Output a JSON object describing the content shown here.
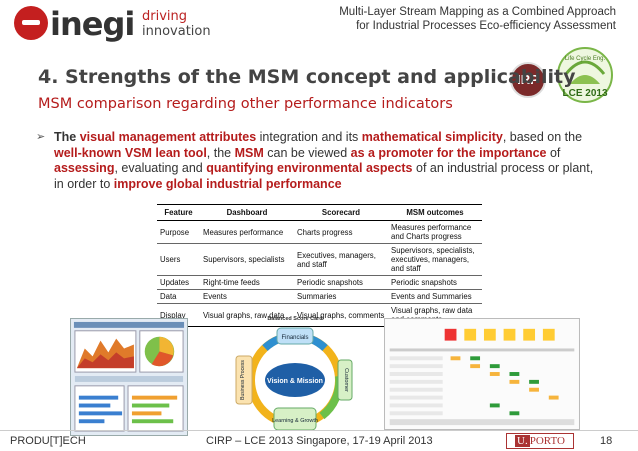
{
  "header": {
    "logo_word": "inegi",
    "logo_sub_line1": "driving",
    "logo_sub_line2": "innovation",
    "title_line1": "Multi-Layer Stream Mapping as a Combined Approach",
    "title_line2": "for Industrial Processes Eco-efficiency Assessment",
    "irp_label": "IRP",
    "lce_label": "LCE 2013",
    "lce_top": "Life Cycle Eng."
  },
  "slide": {
    "title": "4. Strengths of the MSM concept and applicability",
    "subtitle": "MSM comparison regarding other performance indicators"
  },
  "bullet": {
    "p1": "The ",
    "h1": "visual management attributes",
    "p2": " integration and its ",
    "h2": "mathematical simplicity",
    "p3": ", based on the ",
    "h3": "well-known VSM lean tool",
    "p4": ", the ",
    "h4": "MSM",
    "p5": " can be viewed ",
    "h5": "as a promoter for the importance",
    "p6": " of ",
    "h6": "assessing",
    "p7": ", evaluating and ",
    "h7": "quantifying environmental aspects",
    "p8": " of an industrial process or plant, in order to ",
    "h8": "improve global industrial performance"
  },
  "table": {
    "headers": [
      "Feature",
      "Dashboard",
      "Scorecard",
      "MSM outcomes"
    ],
    "rows": [
      [
        "Purpose",
        "Measures performance",
        "Charts progress",
        "Measures performance and Charts progress"
      ],
      [
        "Users",
        "Supervisors, specialists",
        "Executives, managers, and staff",
        "Supervisors, specialists, executives, managers, and staff"
      ],
      [
        "Updates",
        "Right-time feeds",
        "Periodic snapshots",
        "Periodic snapshots"
      ],
      [
        "Data",
        "Events",
        "Summaries",
        "Events and Summaries"
      ],
      [
        "Display",
        "Visual graphs, raw data",
        "Visual graphs, comments",
        "Visual graphs, raw data and comments"
      ]
    ]
  },
  "bsc": {
    "title": "Balanced Score Card",
    "top": "Financials",
    "left": "Business Process",
    "right": "Customer",
    "bottom": "Learning & Growth",
    "center": "Vision & Mission"
  },
  "footer": {
    "left": "PRODU[T]ECH",
    "middle": "CIRP – LCE 2013 Singapore, 17-19 April 2013",
    "logo_u": "U.",
    "logo_rest": "PORTO",
    "page": "18"
  },
  "colors": {
    "brand_red": "#b51c1c",
    "title_gray": "#444444"
  }
}
